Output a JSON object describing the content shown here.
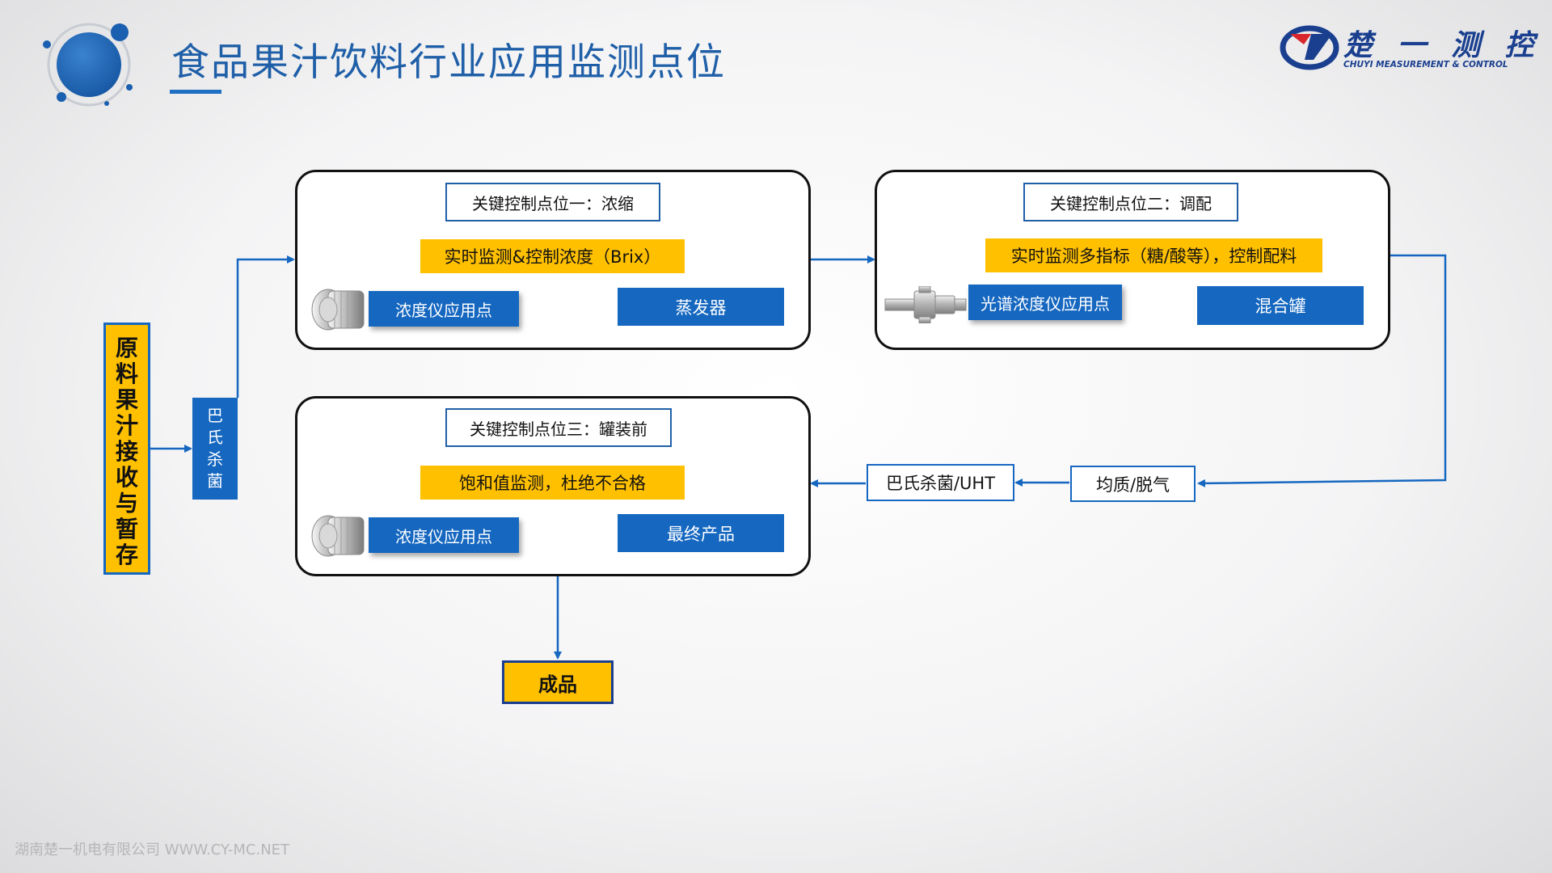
{
  "slide": {
    "title": "食品果汁饮料行业应用监测点位",
    "footer": "湖南楚一机电有限公司 WWW.CY-MC.NET"
  },
  "brand": {
    "name_cn": "楚 一 测 控",
    "name_en": "CHUYI MEASUREMENT & CONTROL"
  },
  "raw_material": {
    "chars": [
      "原",
      "料",
      "果",
      "汁",
      "接",
      "收",
      "与",
      "暂",
      "存"
    ]
  },
  "pasteurize_1": {
    "chars": [
      "巴",
      "氏",
      "杀",
      "菌"
    ]
  },
  "point1": {
    "label": "关键控制点位一：浓缩",
    "monitor": "实时监测&控制浓度（Brix）",
    "instrument": "浓度仪应用点",
    "equipment": "蒸发器"
  },
  "point2": {
    "label": "关键控制点位二：调配",
    "monitor": "实时监测多指标（糖/酸等），控制配料",
    "instrument": "光谱浓度仪应用点",
    "equipment": "混合罐"
  },
  "point3": {
    "label": "关键控制点位三：罐装前",
    "monitor": "饱和值监测，杜绝不合格",
    "instrument": "浓度仪应用点",
    "equipment": "最终产品"
  },
  "homogenize": "均质/脱气",
  "pasteurize_2": "巴氏杀菌/UHT",
  "final_product": "成品",
  "colors": {
    "accent_blue": "#1567c0",
    "title_blue": "#1f5fa8",
    "highlight_yellow": "#ffc000",
    "brand_navy": "#1a3f8f",
    "brand_red": "#d9262c"
  },
  "icons": {
    "corner": "blue-circle-cluster",
    "brand": "chuyi-logo-mark",
    "instrument": "sensor-device-icon",
    "spectro": "spectro-device-icon"
  }
}
